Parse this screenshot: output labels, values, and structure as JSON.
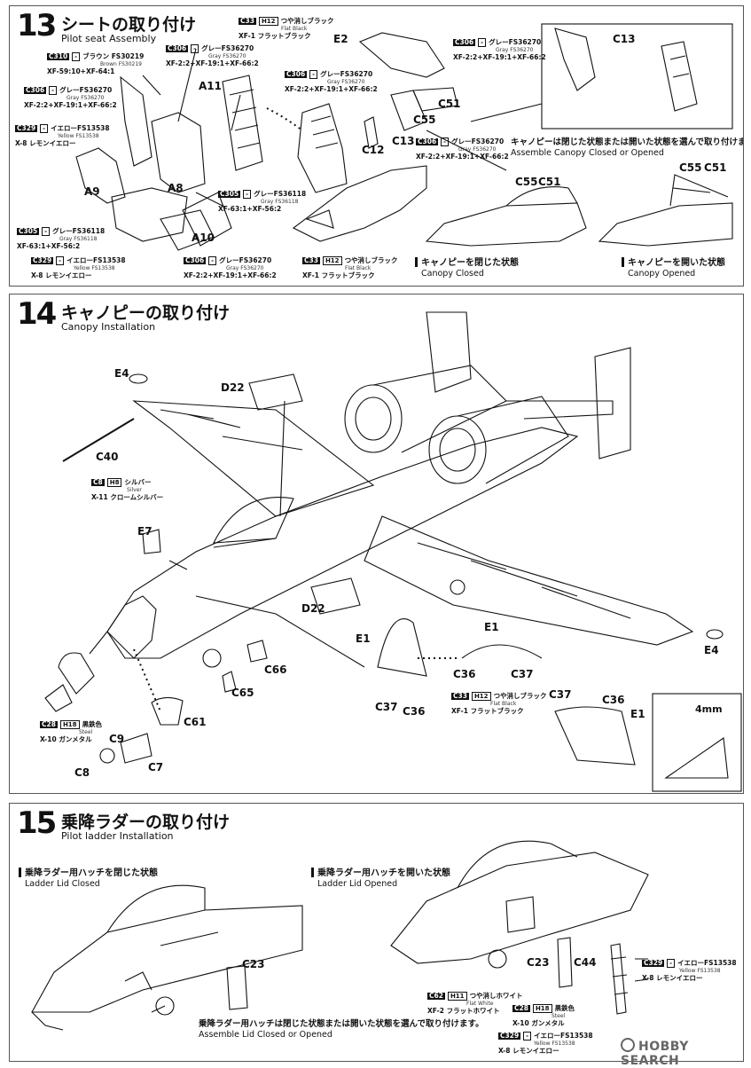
{
  "steps": [
    {
      "number": "13",
      "title_ja": "シートの取り付け",
      "title_en": "Pilot seat Assembly"
    },
    {
      "number": "14",
      "title_ja": "キャノピーの取り付け",
      "title_en": "Canopy Installation"
    },
    {
      "number": "15",
      "title_ja": "乗降ラダーの取り付け",
      "title_en": "Pilot ladder Installation"
    }
  ],
  "step13": {
    "parts": [
      "E2",
      "C13",
      "A11",
      "C51",
      "C55",
      "C12",
      "C13",
      "A9",
      "A8",
      "A10",
      "C55",
      "C51",
      "C55",
      "C51"
    ],
    "paints": [
      {
        "code": "C310",
        "sub": "-",
        "name": "ブラウン FS30219",
        "ename": "Brown FS30219",
        "mix": "XF-59:10+XF-64:1"
      },
      {
        "code": "C306",
        "sub": "-",
        "name": "グレーFS36270",
        "ename": "Gray FS36270",
        "mix": "XF-2:2+XF-19:1+XF-66:2"
      },
      {
        "code": "C329",
        "sub": "-",
        "name": "イエローFS13538",
        "ename": "Yellow FS13538",
        "mix": "X-8 レモンイエロー"
      },
      {
        "code": "C33",
        "sub": "H12",
        "name": "つや消しブラック",
        "ename": "Flat Black",
        "mix": "XF-1 フラットブラック"
      },
      {
        "code": "C306",
        "sub": "-",
        "name": "グレーFS36270",
        "ename": "Gray FS36270",
        "mix": "XF-2:2+XF-19:1+XF-66:2"
      },
      {
        "code": "C306",
        "sub": "-",
        "name": "グレーFS36270",
        "ename": "Gray FS36270",
        "mix": "XF-2:2+XF-19:1+XF-66:2"
      },
      {
        "code": "C306",
        "sub": "-",
        "name": "グレーFS36270",
        "ename": "Gray FS36270",
        "mix": "XF-2:2+XF-19:1+XF-66:2"
      },
      {
        "code": "C305",
        "sub": "-",
        "name": "グレーFS36118",
        "ename": "Gray FS36118",
        "mix": "XF-63:1+XF-56:2"
      },
      {
        "code": "C305",
        "sub": "-",
        "name": "グレーFS36118",
        "ename": "Gray FS36118",
        "mix": "XF-63:1+XF-56:2"
      },
      {
        "code": "C329",
        "sub": "-",
        "name": "イエローFS13538",
        "ename": "Yellow FS13538",
        "mix": "X-8 レモンイエロー"
      },
      {
        "code": "C306",
        "sub": "-",
        "name": "グレーFS36270",
        "ename": "Gray FS36270",
        "mix": "XF-2:2+XF-19:1+XF-66:2"
      },
      {
        "code": "C33",
        "sub": "H12",
        "name": "つや消しブラック",
        "ename": "Flat Black",
        "mix": "XF-1 フラットブラック"
      }
    ],
    "captions": {
      "select_ja": "キャノピーは閉じた状態または開いた状態を選んで取り付けます。",
      "select_en": "Assemble Canopy Closed or Opened",
      "closed_ja": "キャノピーを閉じた状態",
      "closed_en": "Canopy Closed",
      "opened_ja": "キャノピーを開いた状態",
      "opened_en": "Canopy Opened"
    }
  },
  "step14": {
    "parts": [
      "E4",
      "D22",
      "C40",
      "E7",
      "D22",
      "E1",
      "E1",
      "C66",
      "C65",
      "C36",
      "C37",
      "C37",
      "C36",
      "C37",
      "C36",
      "E1",
      "E4",
      "C61",
      "C9",
      "C7",
      "C8"
    ],
    "measurement": "4mm",
    "paints": [
      {
        "code": "C8",
        "sub": "H8",
        "name": "シルバー",
        "ename": "Silver",
        "mix": "X-11 クロームシルバー"
      },
      {
        "code": "C33",
        "sub": "H12",
        "name": "つや消しブラック",
        "ename": "Flat Black",
        "mix": "XF-1 フラットブラック"
      },
      {
        "code": "C28",
        "sub": "H18",
        "name": "黒鉄色",
        "ename": "Steel",
        "mix": "X-10 ガンメタル"
      }
    ]
  },
  "step15": {
    "parts": [
      "C23",
      "C23",
      "C44"
    ],
    "paints": [
      {
        "code": "C329",
        "sub": "-",
        "name": "イエローFS13538",
        "ename": "Yellow FS13538",
        "mix": "X-8 レモンイエロー"
      },
      {
        "code": "C62",
        "sub": "H11",
        "name": "つや消しホワイト",
        "ename": "Flat White",
        "mix": "XF-2 フラットホワイト"
      },
      {
        "code": "C28",
        "sub": "H18",
        "name": "黒鉄色",
        "ename": "Steel",
        "mix": "X-10 ガンメタル"
      },
      {
        "code": "C329",
        "sub": "-",
        "name": "イエローFS13538",
        "ename": "Yellow FS13538",
        "mix": "X-8 レモンイエロー"
      }
    ],
    "captions": {
      "closed_ja": "乗降ラダー用ハッチを閉じた状態",
      "closed_en": "Ladder Lid Closed",
      "opened_ja": "乗降ラダー用ハッチを開いた状態",
      "opened_en": "Ladder Lid Opened",
      "select_ja": "乗降ラダー用ハッチは閉じた状態または開いた状態を選んで取り付けます。",
      "select_en": "Assemble Lid Closed or Opened"
    }
  },
  "watermark": "HOBBY SEARCH"
}
